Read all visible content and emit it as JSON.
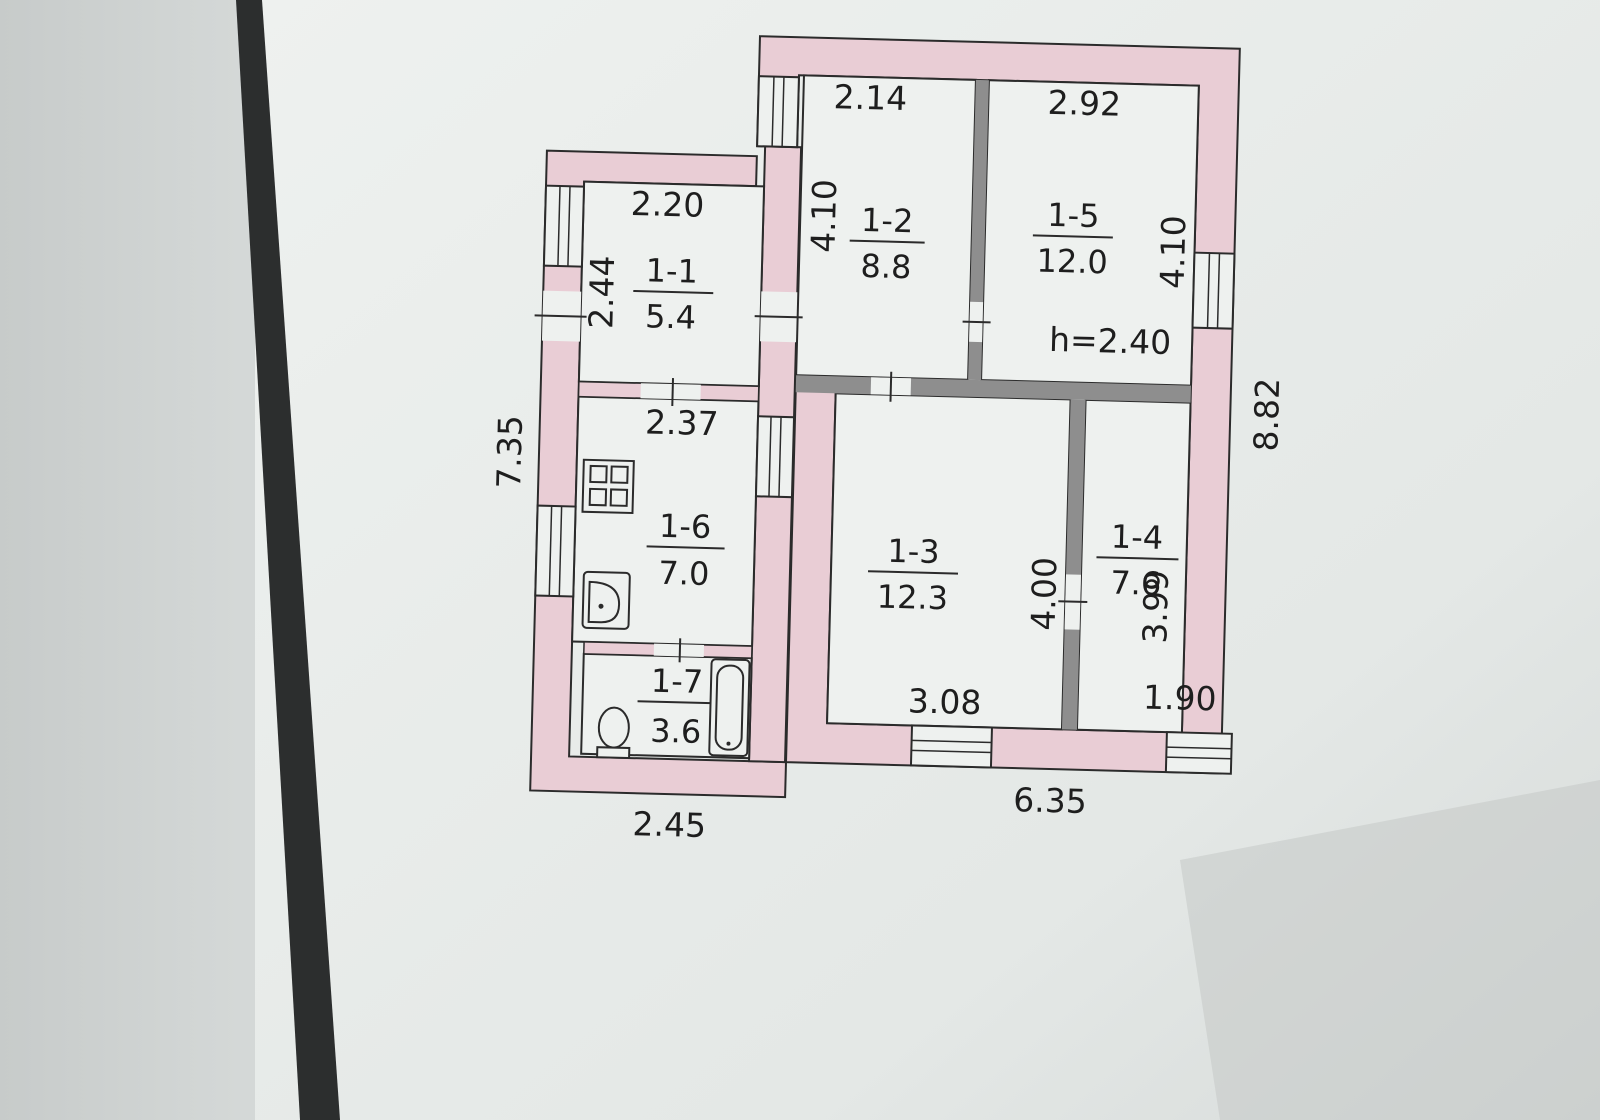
{
  "plan": {
    "colors": {
      "wall_fill": "#e9cdd5",
      "partition_fill": "#8e8e8e",
      "line": "#2b2b2b",
      "paper": "#e9ecea",
      "background": "#c9cdcc",
      "text": "#1e1e1e"
    },
    "ceiling_height": "h=2.40",
    "overall_dimensions": {
      "left": "7.35",
      "right": "8.82",
      "bottom_left": "2.45",
      "bottom_right": "6.35"
    },
    "rooms": [
      {
        "id": "1-1",
        "area": "5.4",
        "dims": [
          "2.20",
          "2.44"
        ]
      },
      {
        "id": "1-2",
        "area": "8.8",
        "dims": [
          "2.14",
          "4.10"
        ]
      },
      {
        "id": "1-5",
        "area": "12.0",
        "dims": [
          "2.92",
          "4.10"
        ]
      },
      {
        "id": "1-6",
        "area": "7.0",
        "dims": [
          "2.37"
        ]
      },
      {
        "id": "1-3",
        "area": "12.3",
        "dims": [
          "3.08",
          "4.00"
        ]
      },
      {
        "id": "1-4",
        "area": "7.6",
        "dims": [
          "1.90",
          "3.99"
        ]
      },
      {
        "id": "1-7",
        "area": "3.6",
        "dims": []
      }
    ],
    "fixtures": [
      "stove-icon",
      "sink-icon",
      "toilet-icon",
      "bathtub-icon"
    ]
  }
}
